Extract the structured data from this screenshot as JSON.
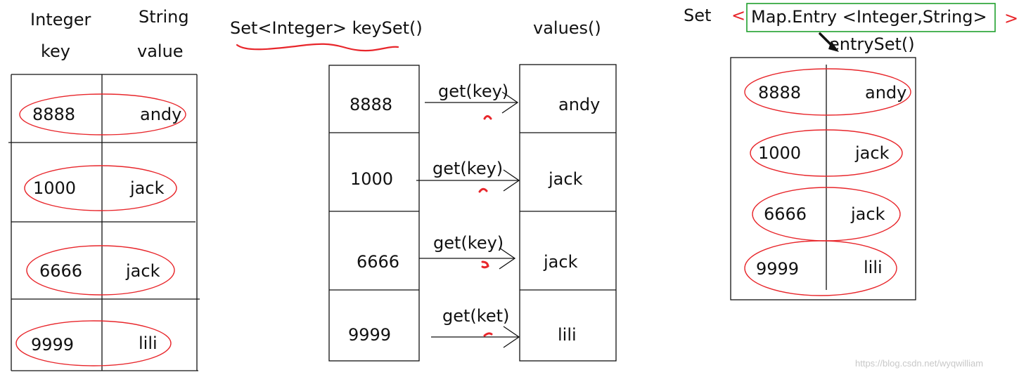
{
  "map_table": {
    "header_key": [
      "Integer",
      "key"
    ],
    "header_value": [
      "String",
      "value"
    ],
    "rows": [
      {
        "key": "8888",
        "value": "andy"
      },
      {
        "key": "1000",
        "value": "jack"
      },
      {
        "key": "6666",
        "value": "jack"
      },
      {
        "key": "9999",
        "value": "lili"
      }
    ]
  },
  "keyset": {
    "title": "Set<Integer> keySet()",
    "values_title": "values()",
    "keys": [
      "8888",
      "1000",
      "6666",
      "9999"
    ],
    "values": [
      "andy",
      "jack",
      "jack",
      "lili"
    ],
    "arrow_labels": [
      "get(key)",
      "get(key)",
      "get(key)",
      "get(ket)"
    ]
  },
  "entryset": {
    "set_label": "Set",
    "open_bracket": "<",
    "close_bracket": ">",
    "entry_type": "Map.Entry  <Integer,String>",
    "method": "entrySet()",
    "rows": [
      {
        "key": "8888",
        "value": "andy"
      },
      {
        "key": "1000",
        "value": "jack"
      },
      {
        "key": "6666",
        "value": "jack"
      },
      {
        "key": "9999",
        "value": "lili"
      }
    ]
  },
  "watermark": "https://blog.csdn.net/wyqwilliam",
  "colors": {
    "ink": "#111111",
    "annotation_red": "#e8262b",
    "box_green": "#1fa02d",
    "watermark": "#c8c8c8"
  }
}
